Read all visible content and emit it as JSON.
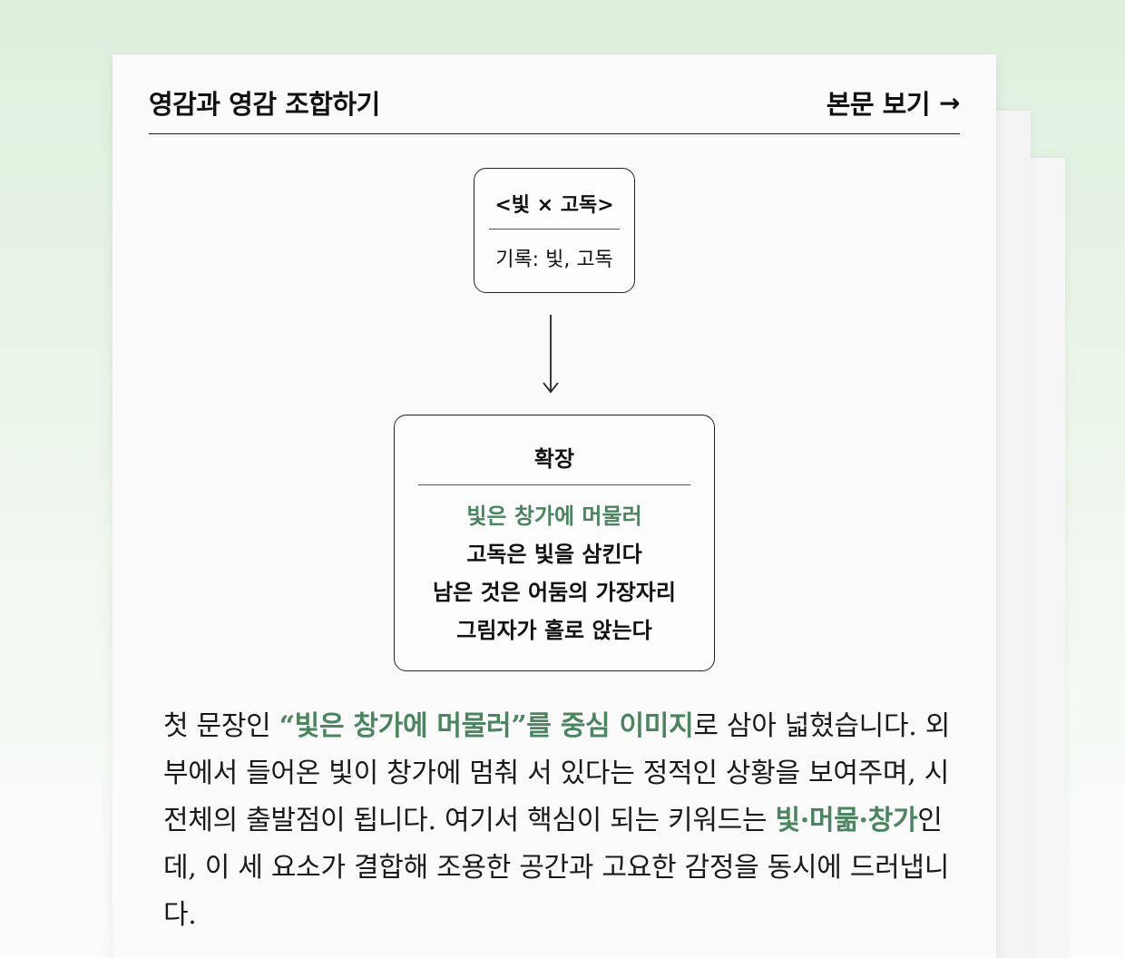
{
  "header": {
    "title": "영감과 영감 조합하기",
    "view_link": "본문 보기",
    "view_icon": "arrow-right-icon"
  },
  "diagram": {
    "source_box": {
      "label": "<빛 × 고독>",
      "note": "기록: 빛, 고독"
    },
    "arrow_icon": "arrow-down-icon",
    "result_box": {
      "label": "확장",
      "lines": [
        "빛은 창가에 머물러",
        "고독은 빛을 삼킨다",
        "남은 것은 어둠의 가장자리",
        "그림자가 홀로 앉는다"
      ]
    }
  },
  "paragraph": {
    "part1": "첫 문장인 ",
    "em1": "“빛은 창가에 머물러”를 중심 이미지",
    "part2": "로 삼아 넓혔습니다. 외부에서 들어온 빛이 창가에 멈춰 서 있다는 정적인 상황을 보여주며, 시 전체의 출발점이 됩니다. 여기서 핵심이 되는 키워드는 ",
    "em2": "빛·머묾·창가",
    "part3": "인데, 이 세 요소가 결합해 조용한 공간과 고요한 감정을 동시에 드러냅니다."
  },
  "colors": {
    "accent": "#4a8560",
    "background_top": "#dff0de",
    "card": "#fafafa",
    "text": "#111111"
  }
}
